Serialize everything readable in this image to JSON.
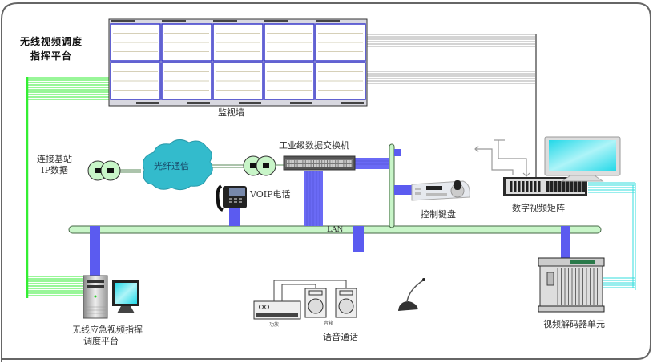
{
  "diagram": {
    "title_line1": "无线视频调度",
    "title_line2": "指挥平台",
    "nodes": {
      "video_wall": "监视墙",
      "base_station_line1": "连接基站",
      "base_station_line2": "IP数据",
      "fiber": "光纤通信",
      "switch": "工业级数据交换机",
      "voip": "VOIP电话",
      "keyboard": "控制键盘",
      "matrix": "数字视频矩阵",
      "lan": "LAN",
      "platform_line1": "无线应急视频指挥",
      "platform_line2": "调度平台",
      "amplifier": "功放",
      "speaker": "音箱",
      "voice": "语音通话",
      "decoder": "视频解码器单元"
    },
    "colors": {
      "green_link": "#33ee33",
      "blue_link": "#5555ee",
      "cyan_link": "#33dddd",
      "gray_link": "#999999",
      "lan_fill": "#c8f5c8",
      "cloud": "#33bbcc",
      "screen": "#22dddd"
    }
  }
}
